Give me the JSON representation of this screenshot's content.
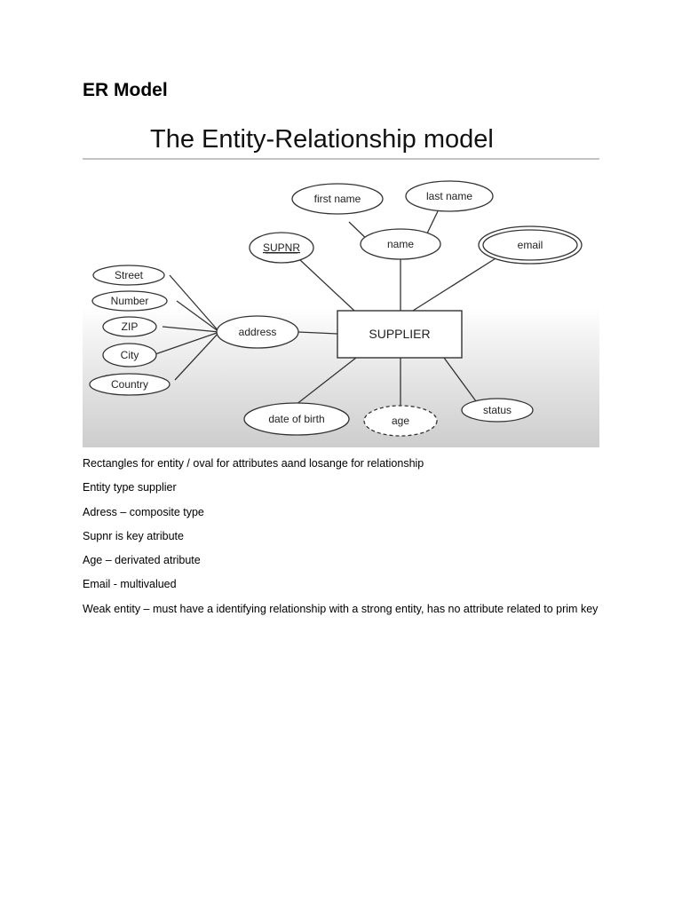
{
  "page": {
    "heading": "ER Model"
  },
  "figure": {
    "title": "The Entity-Relationship model",
    "entity": "SUPPLIER",
    "attributes": {
      "first_name": "first name",
      "last_name": "last name",
      "name": "name",
      "supnr": "SUPNR",
      "email": "email",
      "street": "Street",
      "number": "Number",
      "zip": "ZIP",
      "city": "City",
      "country": "Country",
      "address": "address",
      "date_of_birth": "date of birth",
      "age": "age",
      "status": "status"
    }
  },
  "notes": [
    "Rectangles for entity / oval for attributes aand losange for relationship",
    "Entity type supplier",
    "Adress – composite type",
    "Supnr is key atribute",
    "Age – derivated atribute",
    "Email - multivalued",
    "Weak entity – must have a identifying relationship with a strong entity, has no attribute related to prim key"
  ]
}
